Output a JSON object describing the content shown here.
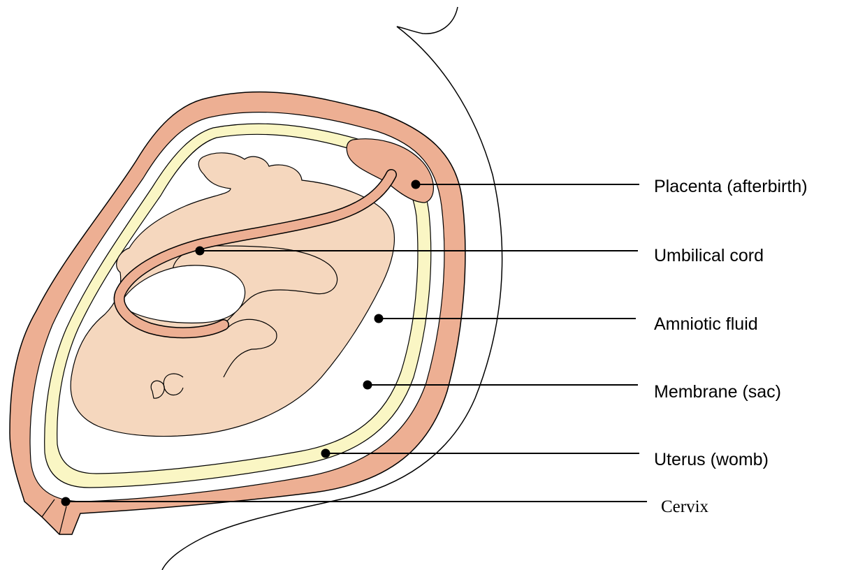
{
  "labels": {
    "placenta": "Placenta (afterbirth)",
    "umbilical_cord": "Umbilical cord",
    "amniotic_fluid": "Amniotic fluid",
    "membrane": "Membrane (sac)",
    "uterus": "Uterus (womb)",
    "cervix": "Cervix"
  },
  "colors": {
    "uterus_wall": "#EDAF93",
    "membrane": "#FAF6C4",
    "fetus": "#F5D7BE",
    "umbilical_cord": "#EDAF93",
    "outline": "#000000",
    "background": "#FFFFFF"
  }
}
